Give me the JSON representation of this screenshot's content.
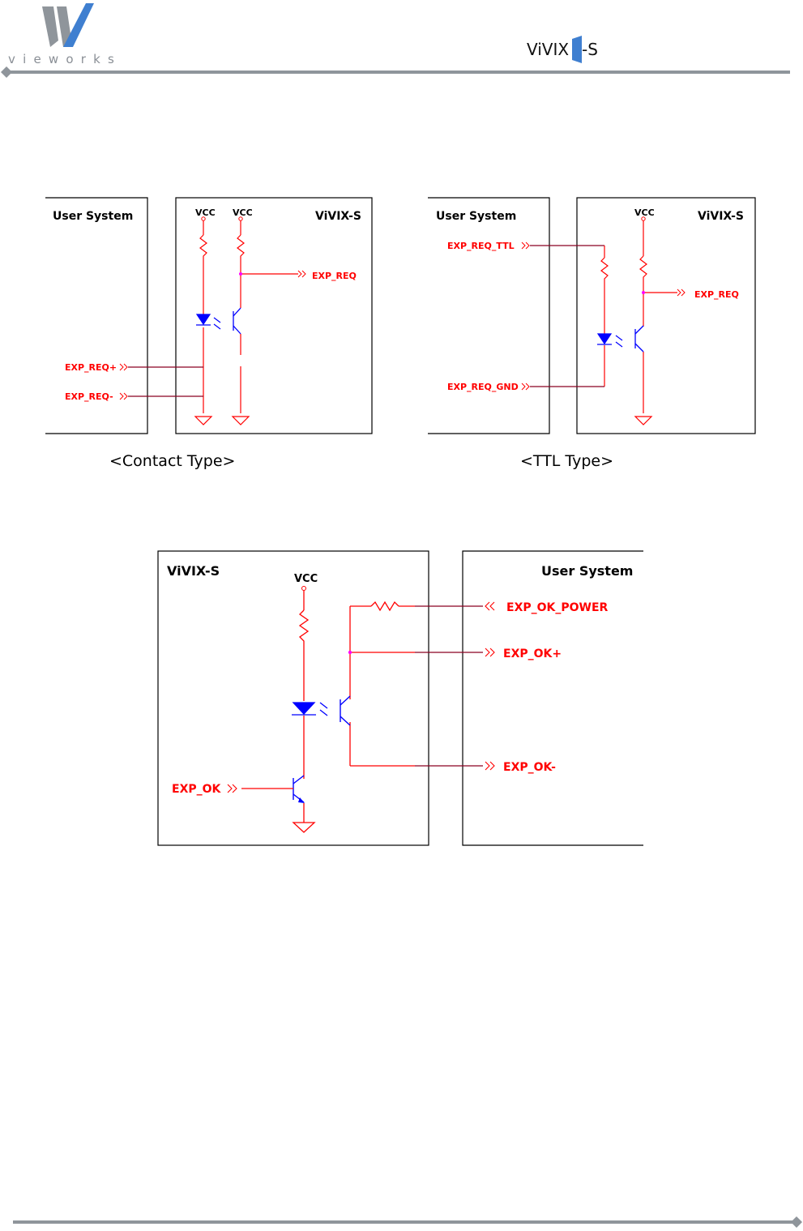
{
  "header": {
    "brand_text": "vieworks",
    "product_logo_main": "ViVIX",
    "product_logo_suffix": "-S"
  },
  "contact_diagram": {
    "user_system_label": "User System",
    "device_label": "ViVIX-S",
    "vcc_label": "VCC",
    "vcc2_label": "VCC",
    "output_signal": "EXP_REQ",
    "input_plus": "EXP_REQ+",
    "input_minus": "EXP_REQ-",
    "caption": "<Contact Type>"
  },
  "ttl_diagram": {
    "user_system_label": "User System",
    "device_label": "ViVIX-S",
    "vcc_label": "VCC",
    "input_ttl": "EXP_REQ_TTL",
    "input_gnd": "EXP_REQ_GND",
    "output_signal": "EXP_REQ",
    "caption": "<TTL Type>"
  },
  "output_diagram": {
    "device_label": "ViVIX-S",
    "user_system_label": "User System",
    "vcc_label": "VCC",
    "power_signal": "EXP_OK_POWER",
    "ok_plus": "EXP_OK+",
    "ok_minus": "EXP_OK-",
    "ok_input": "EXP_OK"
  },
  "colors": {
    "wire": "#ff0000",
    "signal_line": "#8b0022",
    "component": "#0000ff",
    "junction": "#ff00ff",
    "rule": "#8f959b"
  }
}
